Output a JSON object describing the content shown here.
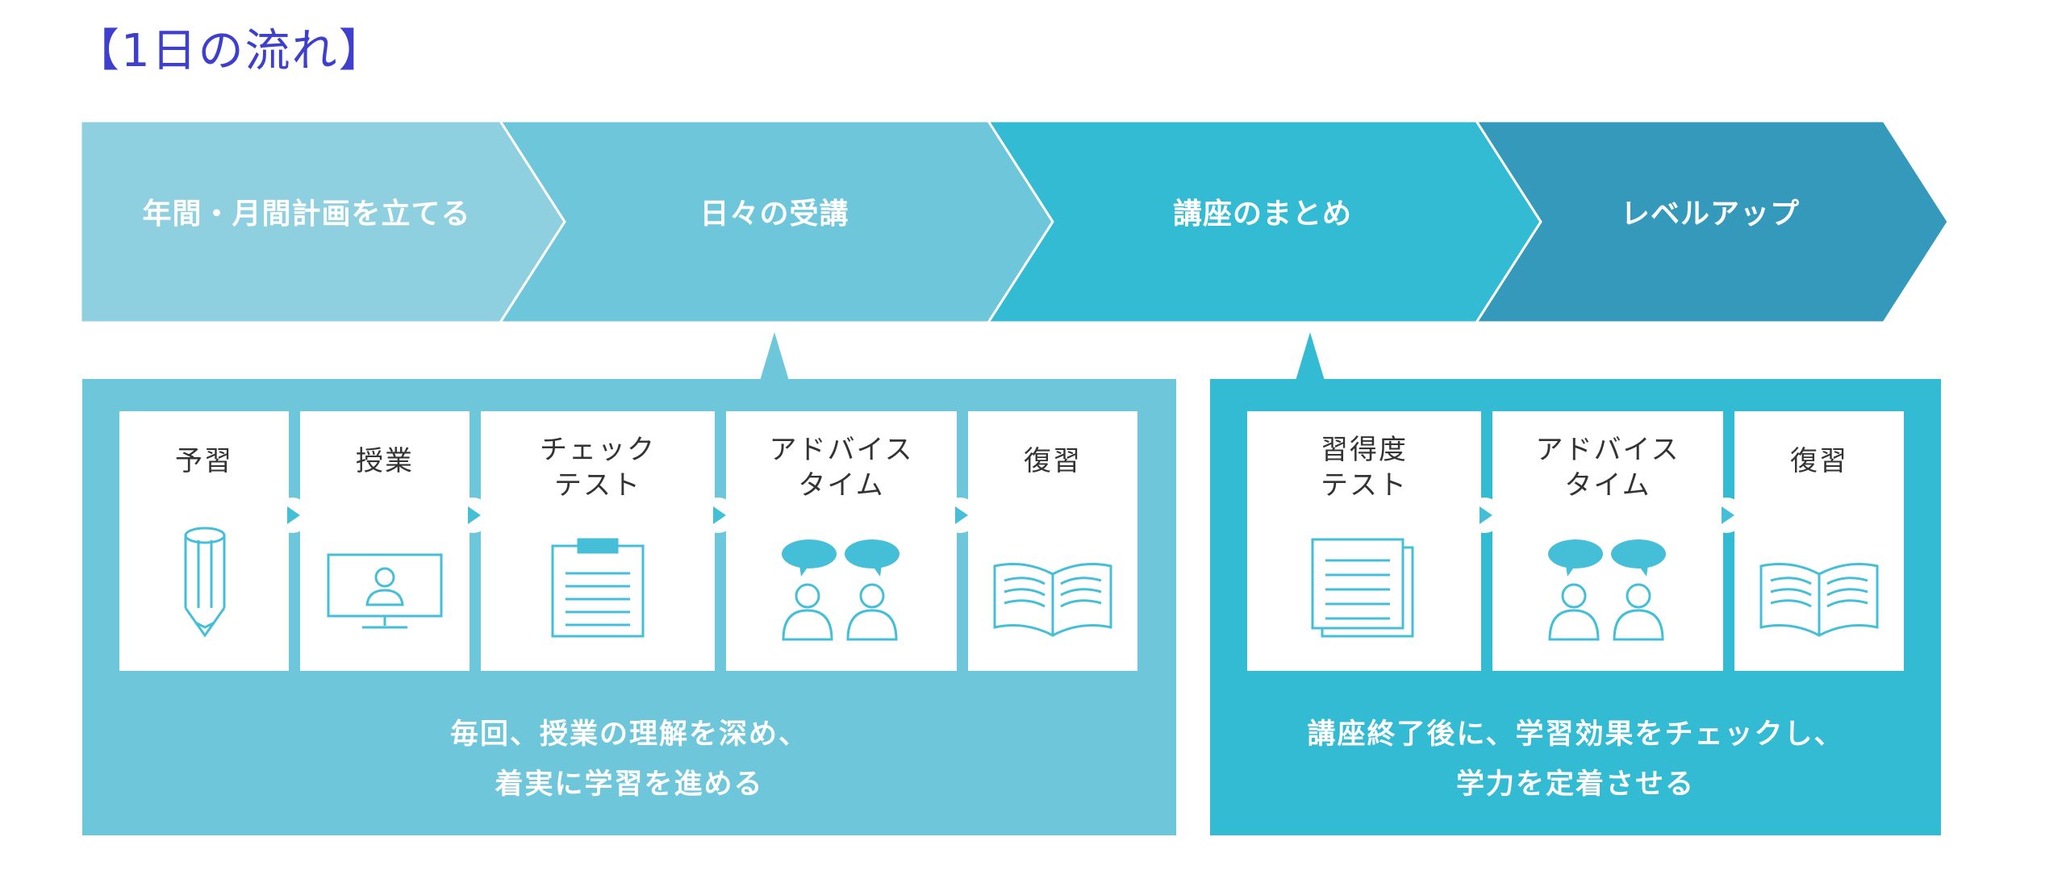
{
  "title": "【1日の流れ】",
  "stages": [
    {
      "label": "年間・月間計画を立てる",
      "color": "#8ecfe0"
    },
    {
      "label": "日々の受講",
      "color": "#6ec6db"
    },
    {
      "label": "講座のまとめ",
      "color": "#33bbd4"
    },
    {
      "label": "レベルアップ",
      "color": "#3599bb"
    }
  ],
  "left_panel": {
    "steps": [
      {
        "label": "予習",
        "icon": "pencil-icon"
      },
      {
        "label": "授業",
        "icon": "monitor-icon"
      },
      {
        "label": "チェック\nテスト",
        "icon": "clipboard-icon"
      },
      {
        "label": "アドバイス\nタイム",
        "icon": "speech-people-icon"
      },
      {
        "label": "復習",
        "icon": "open-book-icon"
      }
    ],
    "caption": "毎回、授業の理解を深め、\n着実に学習を進める"
  },
  "right_panel": {
    "steps": [
      {
        "label": "習得度\nテスト",
        "icon": "document-stack-icon"
      },
      {
        "label": "アドバイス\nタイム",
        "icon": "speech-people-icon"
      },
      {
        "label": "復習",
        "icon": "open-book-icon"
      }
    ],
    "caption": "講座終了後に、学習効果をチェックし、\n学力を定着させる"
  },
  "colors": {
    "title": "#3e3fcc",
    "stage_1": "#8ecfe0",
    "stage_2": "#6ec6db",
    "stage_3": "#33bbd4",
    "stage_4": "#3599bb",
    "icon_stroke": "#45bfd8"
  }
}
